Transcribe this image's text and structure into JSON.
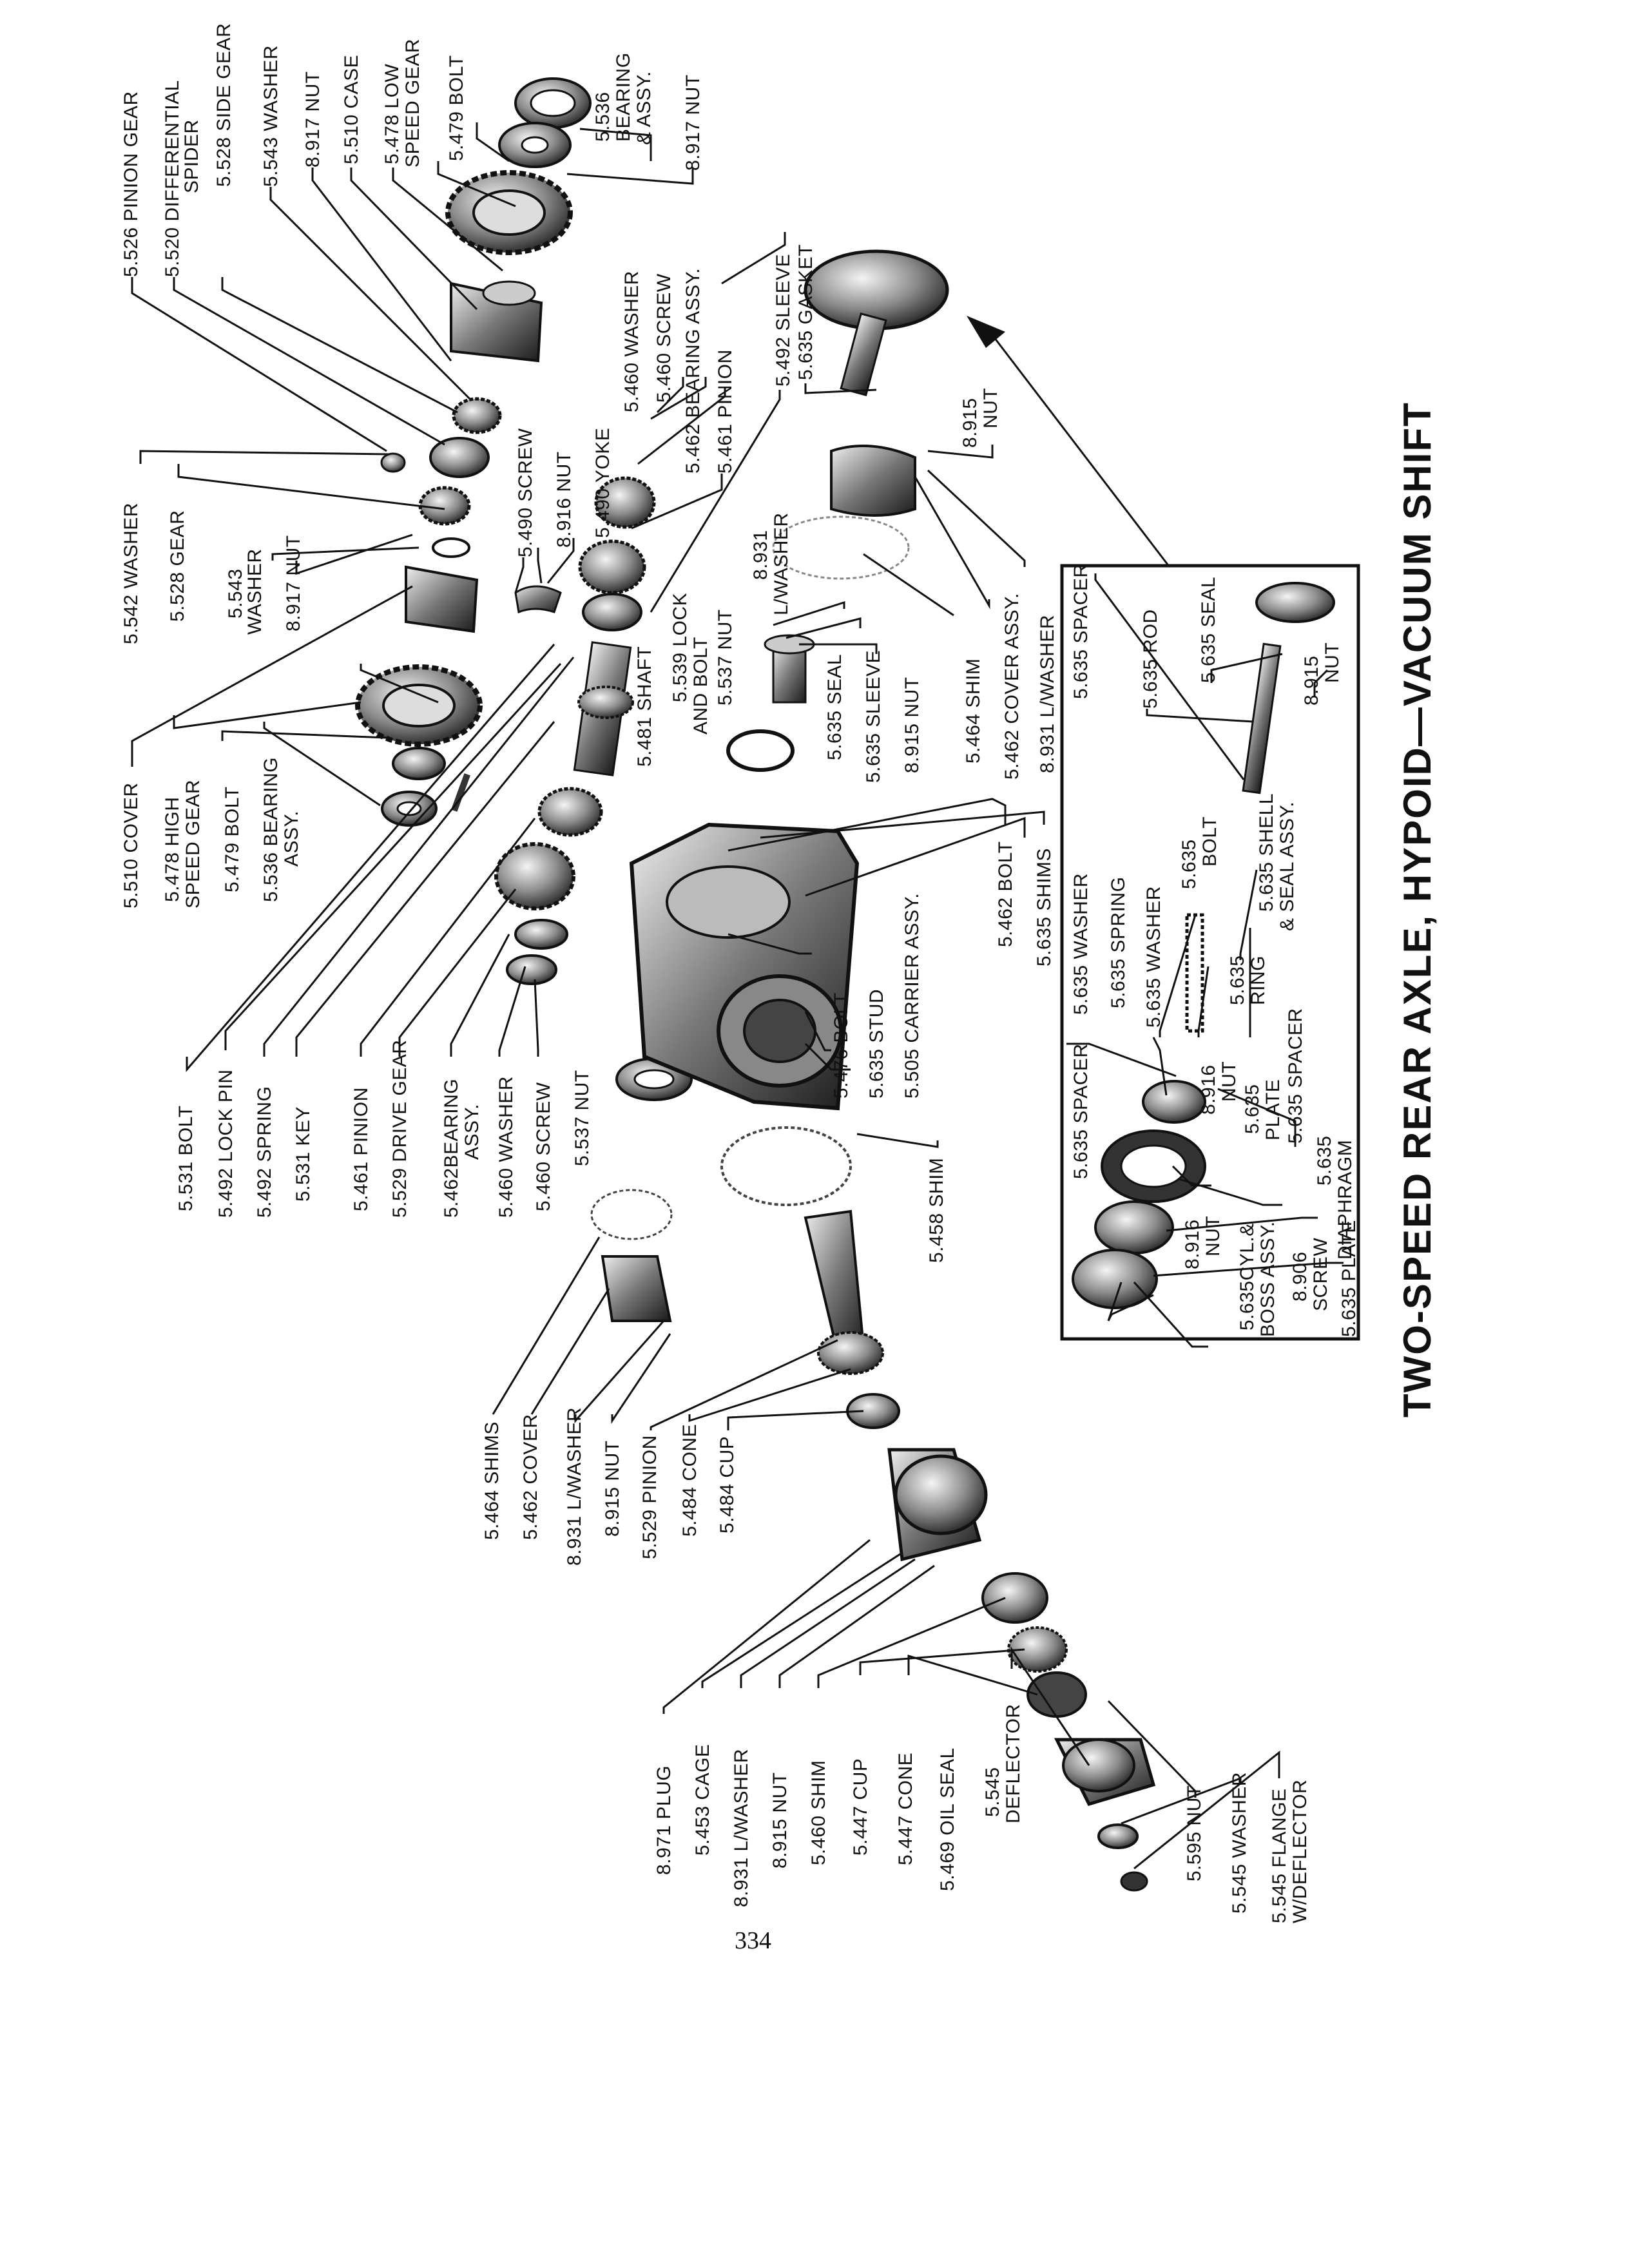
{
  "title": "TWO-SPEED REAR AXLE, HYPOID—VACUUM SHIFT",
  "page_number": "334",
  "labels": {
    "l001": "5.526 PINION GEAR",
    "l002": "5.520 DIFFERENTIAL",
    "l003": "SPIDER",
    "l004": "5.528 SIDE GEAR",
    "l005": "5.543 WASHER",
    "l006": "8.917 NUT",
    "l007": "5.510 CASE",
    "l008": "5.478 LOW",
    "l009": "SPEED GEAR",
    "l010": "5.479 BOLT",
    "l011": "5.536",
    "l012": "BEARING",
    "l013": "& ASSY.",
    "l014": "8.917 NUT",
    "l015": "5.492 SLEEVE",
    "l016": "5.635 GASKET",
    "l017": "5.460 WASHER",
    "l018": "5.460 SCREW",
    "l019": "5.462 BEARING ASSY.",
    "l020": "5.461 PINION",
    "l021": "8.915",
    "l022": "NUT",
    "l023": "5.490 SCREW",
    "l024": "8.916 NUT",
    "l025": "5.490 YOKE",
    "l026": "5.542 WASHER",
    "l027": "5.528 GEAR",
    "l028": "5.543",
    "l029": "WASHER",
    "l030": "8.917 NUT",
    "l031": "8.931",
    "l032": "L/WASHER",
    "l033": "5.539 LOCK",
    "l034": "AND BOLT",
    "l035": "5.537 NUT",
    "l036": "5.481 SHAFT",
    "l037": "5.635 SEAL",
    "l038": "5.635 SLEEVE",
    "l039": "8.915 NUT",
    "l040": "5.464 SHIM",
    "l041": "5.462 COVER ASSY.",
    "l042": "8.931 L/WASHER",
    "l043": "5.635 SPACER",
    "l044": "5.635 ROD",
    "l045": "5.635 SEAL",
    "l046": "8.915",
    "l047": "NUT",
    "l048": "5.510 COVER",
    "l049": "5.478 HIGH",
    "l050": "SPEED GEAR",
    "l051": "5.479 BOLT",
    "l052": "5.536 BEARING",
    "l053": "ASSY.",
    "l054": "5.462 BOLT",
    "l055": "5.635 SHIMS",
    "l056": "5.635 WASHER",
    "l057": "5.635 SPRING",
    "l058": "5.635 WASHER",
    "l059": "5.635",
    "l060": "BOLT",
    "l061": "5.635 SHELL",
    "l062": "& SEAL ASSY.",
    "l063": "5.531 BOLT",
    "l064": "5.492 LOCK PIN",
    "l065": "5.492 SPRING",
    "l066": "5.531 KEY",
    "l067": "5.461 PINION",
    "l068": "5.529 DRIVE GEAR",
    "l069": "5.462BEARING",
    "l070": "ASSY.",
    "l071": "5.460 WASHER",
    "l072": "5.460 SCREW",
    "l073": "5.537 NUT",
    "l074": "5.476 BOLT",
    "l075": "5.635 STUD",
    "l076": "5.505 CARRIER ASSY.",
    "l077": "5.635",
    "l078": "RING",
    "l079": "5.635 SPACER",
    "l080": "5.635 SPACER",
    "l081": "8.916",
    "l082": "NUT",
    "l083": "5.635",
    "l084": "PLATE",
    "l085": "5.635",
    "l086": "DIAPHRAGM",
    "l087": "8.916",
    "l088": "NUT",
    "l089": "5.635CYL.&",
    "l090": "BOSS ASSY.",
    "l091": "8.906",
    "l092": "SCREW",
    "l093": "5.635 PLATE",
    "l094": "5.458 SHIM",
    "l095": "5.464 SHIMS",
    "l096": "5.462 COVER",
    "l097": "8.931 L/WASHER",
    "l098": "8.915 NUT",
    "l099": "5.529 PINION",
    "l100": "5.484 CONE",
    "l101": "5.484 CUP",
    "l102": "8.971 PLUG",
    "l103": "5.453 CAGE",
    "l104": "8.931 L/WASHER",
    "l105": "8.915 NUT",
    "l106": "5.460 SHIM",
    "l107": "5.447 CUP",
    "l108": "5.447 CONE",
    "l109": "5.469 OIL SEAL",
    "l110": "5.545",
    "l111": "DEFLECTOR",
    "l112": "5.595 NUT",
    "l113": "5.545 WASHER",
    "l114": "5.545 FLANGE",
    "l115": "W/DEFLECTOR"
  }
}
